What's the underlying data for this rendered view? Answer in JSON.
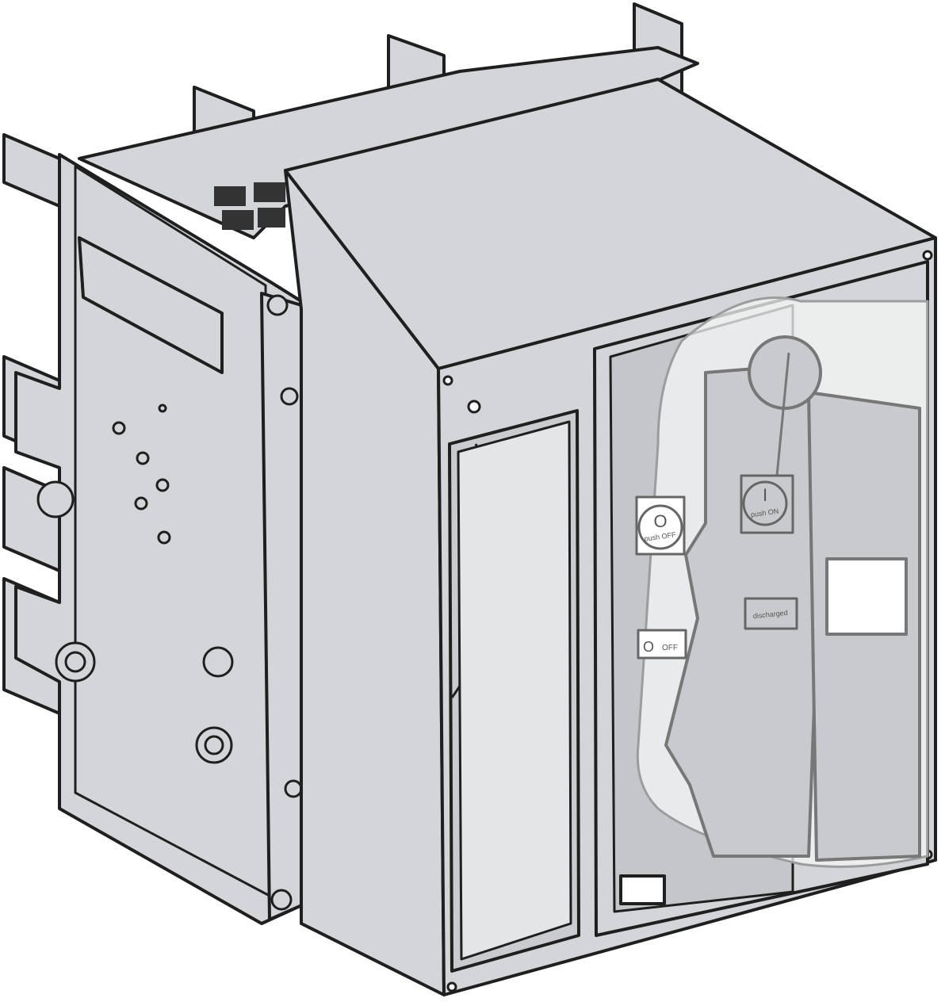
{
  "colors": {
    "body": "#d3d5d8",
    "stroke": "#1f1f1f",
    "cover": "#f4f5f6",
    "label": "#555555"
  },
  "labels": {
    "off_symbol": "O",
    "push_off": "push OFF",
    "on_symbol": "I",
    "push_on": "push ON",
    "discharged": "discharged",
    "off_indicator_symbol": "O",
    "off_indicator": "OFF"
  }
}
